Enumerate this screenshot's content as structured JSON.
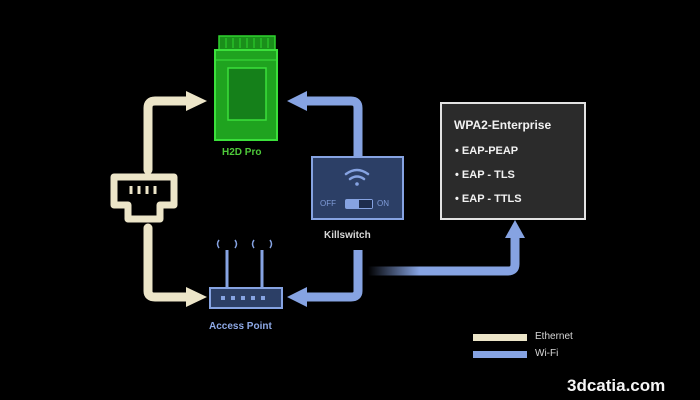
{
  "colors": {
    "background": "#000000",
    "ethernet": "#ece5c8",
    "wifi": "#86a3e2",
    "printer": "#1fa31f",
    "enterprise_box": "#2b2b2b"
  },
  "nodes": {
    "printer": {
      "label": "H2D Pro",
      "icon": "printer-icon"
    },
    "killswitch": {
      "label": "Killswitch",
      "icon": "wifi-icon",
      "off_label": "OFF",
      "on_label": "ON"
    },
    "access_point": {
      "label": "Access Point",
      "icon": "router-icon"
    },
    "ethernet_port": {
      "icon": "ethernet-port-icon"
    }
  },
  "enterprise": {
    "title": "WPA2-Enterprise",
    "items": [
      "• EAP-PEAP",
      "• EAP - TLS",
      "• EAP - TTLS"
    ]
  },
  "legend": {
    "ethernet": "Ethernet",
    "wifi": "Wi-Fi"
  },
  "watermark": "3dcatia.com"
}
